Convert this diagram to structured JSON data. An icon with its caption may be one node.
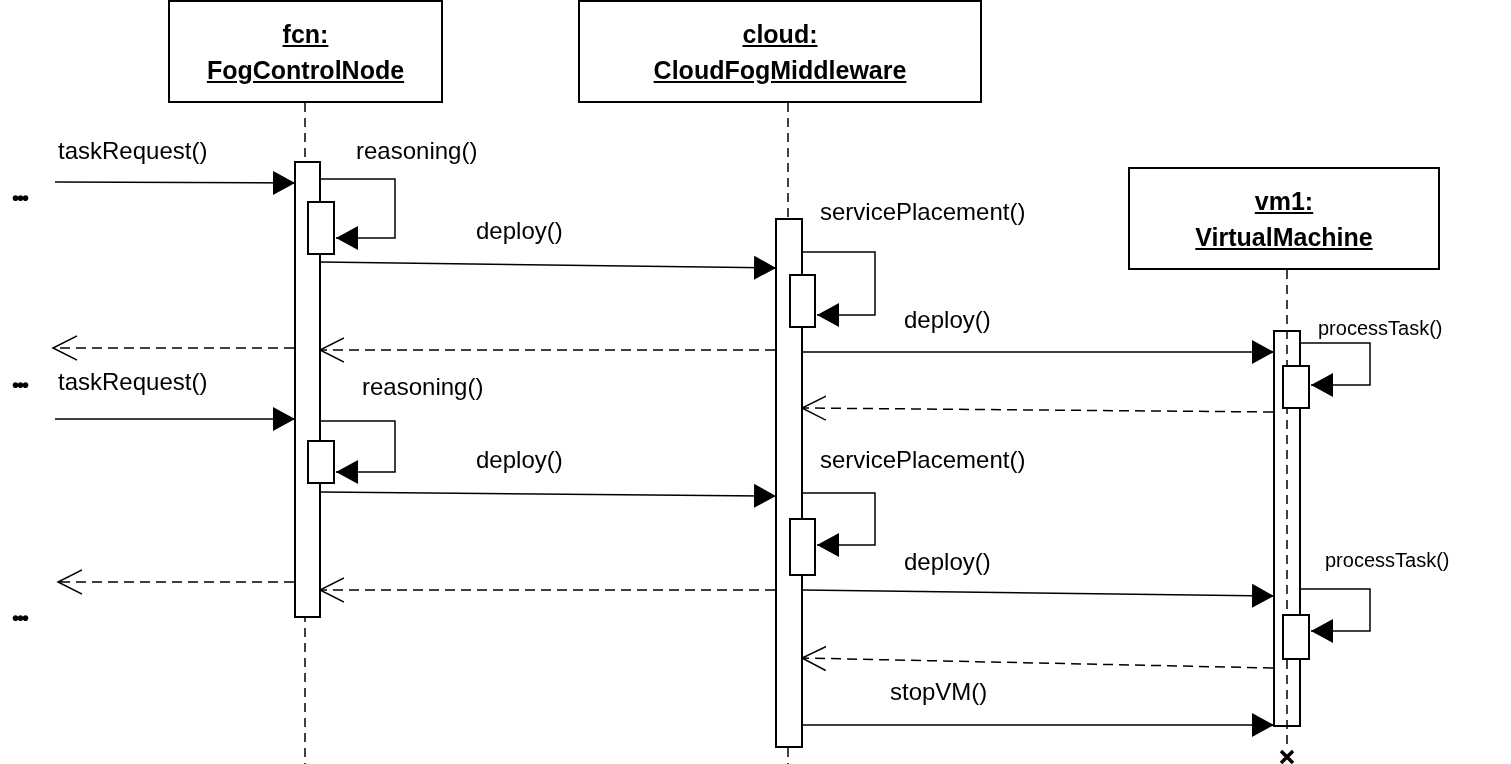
{
  "diagram": {
    "nodes": [
      {
        "text": [
          "fcn:",
          "FogControlNode"
        ]
      },
      {
        "text": [
          "cloud:",
          "CloudFogMiddleware"
        ]
      },
      {
        "text": [
          "vm1:",
          "VirtualMachine"
        ]
      },
      {
        "text": [],
        "shape": "bar"
      },
      {
        "text": [],
        "shape": "bar"
      },
      {
        "text": [],
        "shape": "bar"
      },
      {
        "text": [],
        "shape": "bar"
      },
      {
        "text": [],
        "shape": "bar"
      },
      {
        "text": [],
        "shape": "bar"
      },
      {
        "text": [],
        "shape": "bar"
      },
      {
        "text": [],
        "shape": "bar"
      },
      {
        "text": [],
        "shape": "bar"
      }
    ],
    "edges": [
      {
        "from": null,
        "to": 3,
        "arrow": "to",
        "label": "taskRequest()"
      },
      {
        "from": 3,
        "to": 4,
        "arrow": "to",
        "label": "reasoning()"
      },
      {
        "from": 3,
        "to": 6,
        "arrow": "to",
        "label": "deploy()"
      },
      {
        "from": 6,
        "to": 7,
        "arrow": "to",
        "label": "servicePlacement()"
      },
      {
        "from": 6,
        "to": 9,
        "arrow": "to",
        "label": "deploy()"
      },
      {
        "from": 9,
        "to": 10,
        "arrow": "to",
        "label": "processTask()"
      },
      {
        "from": 6,
        "to": 3,
        "arrow": "to",
        "style": "dashed"
      },
      {
        "from": 3,
        "to": null,
        "arrow": "to",
        "style": "dashed"
      },
      {
        "from": 9,
        "to": 6,
        "arrow": "to",
        "style": "dashed"
      },
      {
        "from": null,
        "to": 3,
        "arrow": "to",
        "label": "taskRequest()"
      },
      {
        "from": 3,
        "to": 5,
        "arrow": "to",
        "label": "reasoning()"
      },
      {
        "from": 3,
        "to": 6,
        "arrow": "to",
        "label": "deploy()"
      },
      {
        "from": 6,
        "to": 8,
        "arrow": "to",
        "label": "servicePlacement()"
      },
      {
        "from": 6,
        "to": 9,
        "arrow": "to",
        "label": "deploy()"
      },
      {
        "from": 9,
        "to": 11,
        "arrow": "to",
        "label": "processTask()"
      },
      {
        "from": 6,
        "to": 3,
        "arrow": "to",
        "style": "dashed"
      },
      {
        "from": 3,
        "to": null,
        "arrow": "to",
        "style": "dashed"
      },
      {
        "from": 9,
        "to": 6,
        "arrow": "to",
        "style": "dashed"
      },
      {
        "from": 6,
        "to": 9,
        "arrow": "to",
        "label": "stopVM()"
      }
    ],
    "labels": [
      "•••",
      "•••",
      "•••"
    ]
  }
}
